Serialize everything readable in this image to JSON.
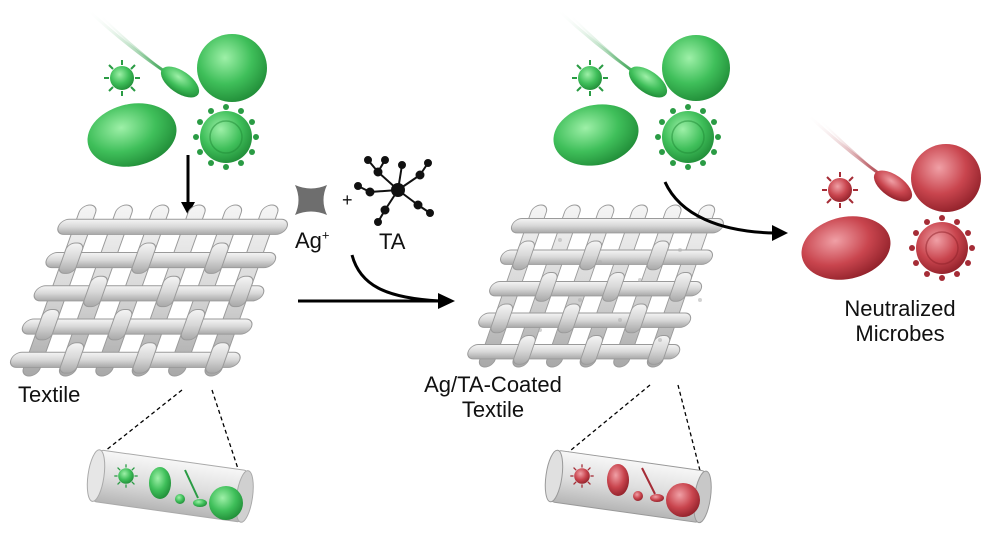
{
  "labels": {
    "ag": "Ag",
    "ag_charge": "+",
    "plus": "+",
    "ta": "TA",
    "textile": "Textile",
    "coated_line1": "Ag/TA-Coated",
    "coated_line2": "Textile",
    "neutralized_line1": "Neutralized",
    "neutralized_line2": "Microbes"
  },
  "colors": {
    "microbe_green": "#3fbf5a",
    "microbe_green_dark": "#1f8a36",
    "microbe_red": "#c9454e",
    "microbe_red_dark": "#8e1f28",
    "textile_gray": "#dcdcdc",
    "textile_edge": "#9a9a9a",
    "ag_ion": "#6e6e6e",
    "arrow": "#000000"
  },
  "icons": [
    "bacterium-icon",
    "virus-icon",
    "round-cell-icon",
    "oval-cell-icon",
    "woven-textile-icon",
    "silver-ion-icon",
    "tannic-acid-molecule-icon",
    "fiber-cross-section-icon"
  ]
}
